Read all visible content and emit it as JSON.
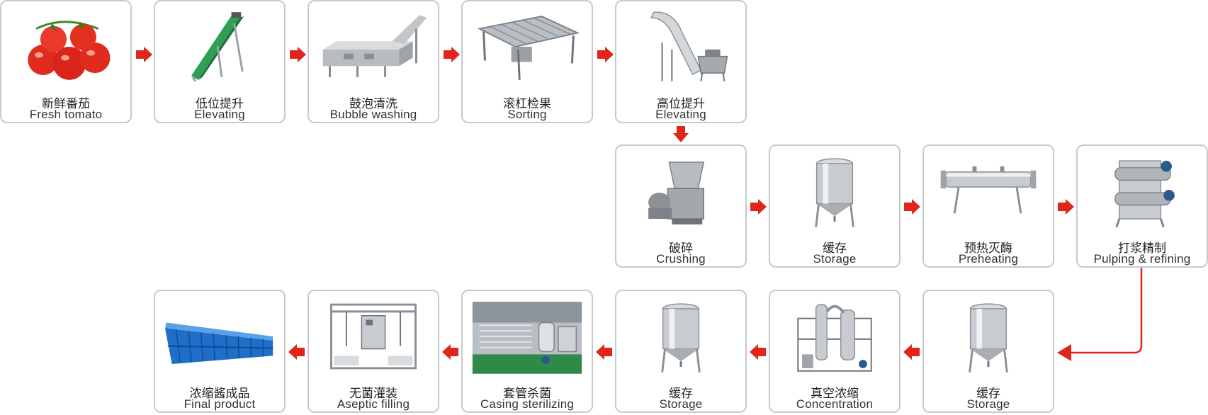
{
  "steps": [
    {
      "zh": "新鲜番茄",
      "en": "Fresh tomato",
      "icon": "tomato-icon"
    },
    {
      "zh": "低位提升",
      "en": "Elevating",
      "icon": "low-elevator-icon"
    },
    {
      "zh": "鼓泡清洗",
      "en": "Bubble washing",
      "icon": "washing-machine-icon"
    },
    {
      "zh": "滚杠检果",
      "en": "Sorting",
      "icon": "sorting-machine-icon"
    },
    {
      "zh": "高位提升",
      "en": "Elevating",
      "icon": "high-elevator-icon"
    },
    {
      "zh": "破碎",
      "en": "Crushing",
      "icon": "crusher-icon"
    },
    {
      "zh": "缓存",
      "en": "Storage",
      "icon": "storage-tank-icon"
    },
    {
      "zh": "预热灭酶",
      "en": "Preheating",
      "icon": "preheater-icon"
    },
    {
      "zh": "打浆精制",
      "en": "Pulping & refining",
      "icon": "pulper-icon"
    },
    {
      "zh": "缓存",
      "en": "Storage",
      "icon": "storage-tank-icon"
    },
    {
      "zh": "真空浓缩",
      "en": "Concentration",
      "icon": "evaporator-icon"
    },
    {
      "zh": "缓存",
      "en": "Storage",
      "icon": "storage-tank-icon"
    },
    {
      "zh": "套管杀菌",
      "en": "Casing sterilizing",
      "icon": "sterilizer-icon"
    },
    {
      "zh": "无菌灌装",
      "en": "Aseptic filling",
      "icon": "aseptic-filler-icon"
    },
    {
      "zh": "浓缩酱成品",
      "en": "Final product",
      "icon": "drum-stack-icon"
    }
  ],
  "colors": {
    "arrow": "#e0251b",
    "border": "#c9c9c9",
    "steel": "#c8ccd0",
    "tomato": "#e02b1f",
    "drum": "#1f6fc9"
  }
}
